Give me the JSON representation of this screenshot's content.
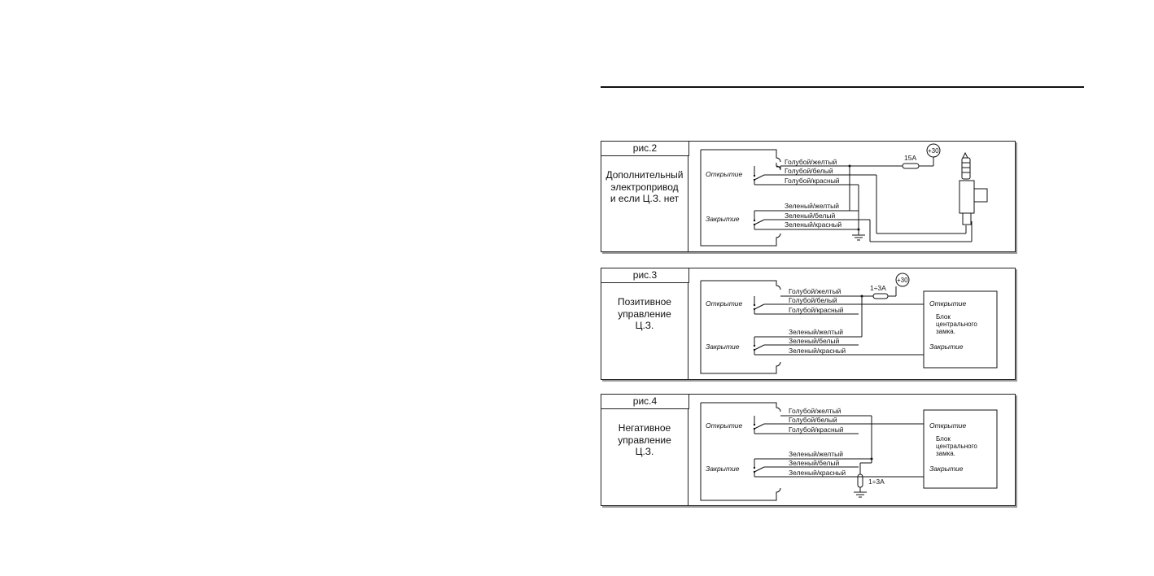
{
  "figures": [
    {
      "caption": "рис.2",
      "description": [
        "Дополнительный",
        "электропривод",
        "и если Ц.З. нет"
      ],
      "open_label": "Открытие",
      "close_label": "Закрытие",
      "open_wires": [
        "Голубой/желтый",
        "Голубой/белый",
        "Голубой/красный"
      ],
      "close_wires": [
        "Зеленый/желтый",
        "Зеленый/белый",
        "Зеленый/красный"
      ],
      "fuse": "15А",
      "supply": "+30"
    },
    {
      "caption": "рис.3",
      "description": [
        "Позитивное",
        "управление",
        "Ц.З."
      ],
      "open_label": "Открытие",
      "close_label": "Закрытие",
      "open_wires": [
        "Голубой/желтый",
        "Голубой/белый",
        "Голубой/красный"
      ],
      "close_wires": [
        "Зеленый/желтый",
        "Зеленый/белый",
        "Зеленый/красный"
      ],
      "fuse": "1÷3А",
      "supply": "+30",
      "block": {
        "open": "Открытие",
        "title": [
          "Блок",
          "центрального",
          "замка."
        ],
        "close": "Закрытие"
      }
    },
    {
      "caption": "рис.4",
      "description": [
        "Негативное",
        "управление",
        "Ц.З."
      ],
      "open_label": "Открытие",
      "close_label": "Закрытие",
      "open_wires": [
        "Голубой/желтый",
        "Голубой/белый",
        "Голубой/красный"
      ],
      "close_wires": [
        "Зеленый/желтый",
        "Зеленый/белый",
        "Зеленый/красный"
      ],
      "fuse": "1÷3А",
      "block": {
        "open": "Открытие",
        "title": [
          "Блок",
          "центрального",
          "замка."
        ],
        "close": "Закрытие"
      }
    }
  ]
}
